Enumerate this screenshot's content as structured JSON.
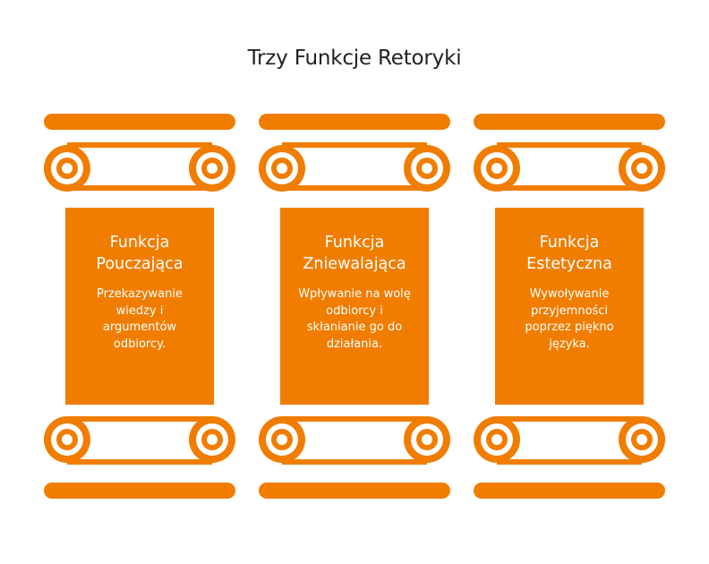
{
  "title": "Trzy Funkcje Retoryki",
  "colors": {
    "accent": "#F07D00",
    "text_on_accent": "#FFFFFF",
    "title": "#222222"
  },
  "columns": [
    {
      "title_lines": [
        "Funkcja",
        "Pouczająca"
      ],
      "desc_lines": [
        "Przekazywanie",
        "wiedzy i",
        "argumentów",
        "odbiorcy."
      ]
    },
    {
      "title_lines": [
        "Funkcja",
        "Zniewalająca"
      ],
      "desc_lines": [
        "Wpływanie na wolę",
        "odbiorcy i",
        "skłanianie go do",
        "działania."
      ]
    },
    {
      "title_lines": [
        "Funkcja",
        "Estetyczna"
      ],
      "desc_lines": [
        "Wywoływanie",
        "przyjemności",
        "poprzez piękno",
        "języka."
      ]
    }
  ]
}
